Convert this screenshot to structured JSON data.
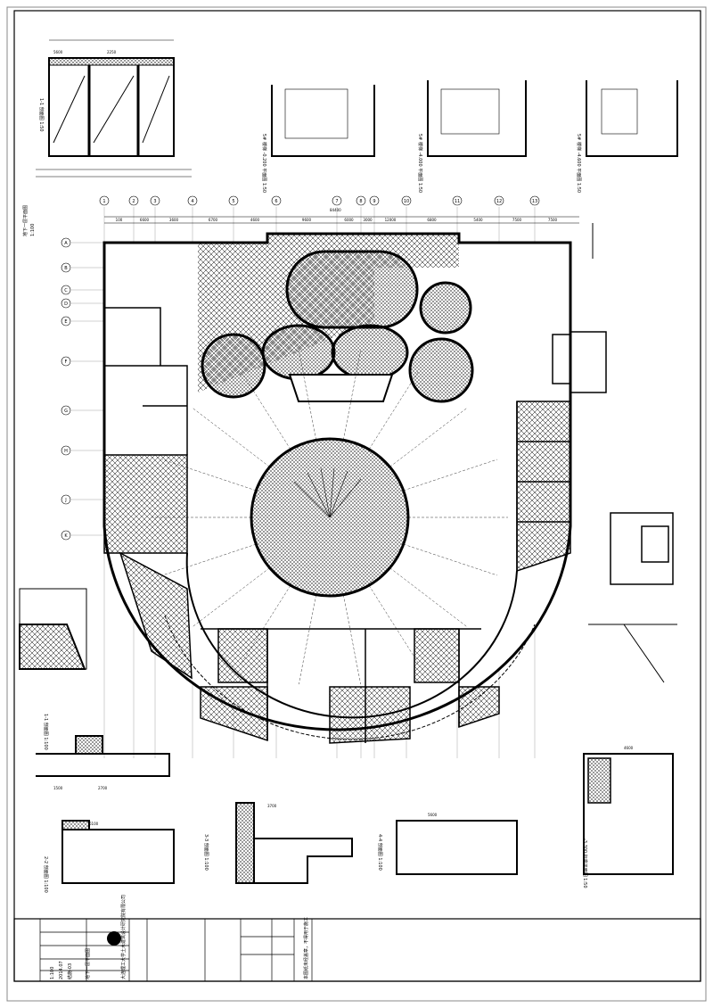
{
  "drawing": {
    "title": "地下一层平面图",
    "scale": "1:100",
    "top_dimensions": [
      "100",
      "6600",
      "3600",
      "6700",
      "4600",
      "9600",
      "6000",
      "3000",
      "12000",
      "6800",
      "5400",
      "7500",
      "7500"
    ],
    "overall_dimension": "84400",
    "axis_labels_top": [
      "1",
      "2",
      "3",
      "4",
      "5",
      "6",
      "7",
      "8",
      "9",
      "10",
      "11",
      "12",
      "13"
    ],
    "axis_labels_left": [
      "A",
      "B",
      "C",
      "D",
      "E",
      "F",
      "G",
      "H",
      "J",
      "K"
    ],
    "details": [
      {
        "title": "1-1 剖面图",
        "scale": "1:50"
      },
      {
        "title": "5# 楼梯 -0.200 平面图",
        "scale": "1:50"
      },
      {
        "title": "5# 楼梯 -4.000 平面图",
        "scale": "1:50"
      },
      {
        "title": "5# 楼梯 -4.600 平面图",
        "scale": "1:50"
      },
      {
        "title": "1-1 剖面图",
        "scale": "1:100"
      },
      {
        "title": "2-2 剖面图",
        "scale": "1:100"
      },
      {
        "title": "3-3 剖面图",
        "scale": "1:100"
      },
      {
        "title": "4-4 剖面图",
        "scale": "1:100"
      },
      {
        "title": "-3.300 标高平面图",
        "scale": "1:50"
      }
    ],
    "detail_dims": [
      "5600",
      "2250",
      "1500",
      "2700",
      "6100",
      "3700",
      "5600",
      "4600"
    ]
  },
  "title_block": {
    "company": "大连理工大学土木建筑设计研究院有限公司",
    "project": "地下一层平面图",
    "drawing_no": "结施-03",
    "date": "2014.07",
    "scale": "1:100",
    "notes": "本图纸未经盖章，不得用于施工"
  }
}
